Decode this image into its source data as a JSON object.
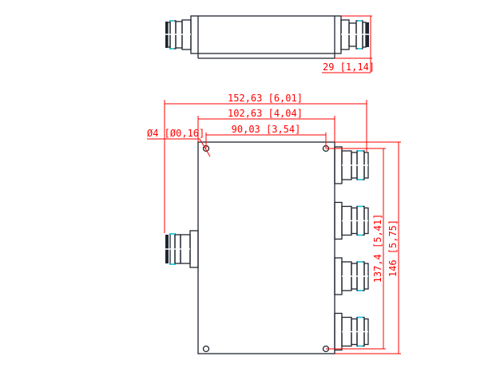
{
  "drawing": {
    "top_view": {
      "thickness_dim": "29 [1,14]"
    },
    "front_view": {
      "overall_width_dim": "152,63 [6,01]",
      "body_width_dim": "102,63 [4,04]",
      "hole_spacing_x_dim": "90,03 [3,54]",
      "hole_diameter_dim": "Ø4 [Ø0,16]",
      "hole_spacing_y_dim": "137,4 [5,41]",
      "overall_height_dim": "146 [5,75]",
      "output_ports": 4,
      "input_ports": 1
    },
    "colors": {
      "outline": "#1f2530",
      "dimension": "#ff0000",
      "connector_ring": "#19d3e6"
    }
  }
}
